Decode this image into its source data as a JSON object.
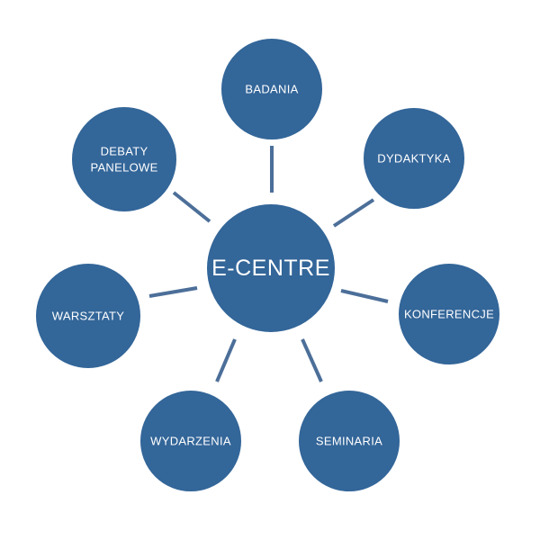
{
  "colors": {
    "node_fill": "#336699",
    "node_stroke": "#ffffff",
    "connector": "#4c6f99",
    "label": "#ffffff"
  },
  "center": {
    "label": "E-CENTRE"
  },
  "nodes": [
    {
      "id": "badania",
      "lines": [
        "BADANIA"
      ]
    },
    {
      "id": "dydaktyka",
      "lines": [
        "DYDAKTYKA"
      ]
    },
    {
      "id": "konferencje",
      "lines": [
        "KONFERENCJE"
      ]
    },
    {
      "id": "seminaria",
      "lines": [
        "SEMINARIA"
      ]
    },
    {
      "id": "wydarzenia",
      "lines": [
        "WYDARZENIA"
      ]
    },
    {
      "id": "warsztaty",
      "lines": [
        "WARSZTATY"
      ]
    },
    {
      "id": "debaty-panelowe",
      "lines": [
        "DEBATY",
        "PANELOWE"
      ]
    }
  ]
}
